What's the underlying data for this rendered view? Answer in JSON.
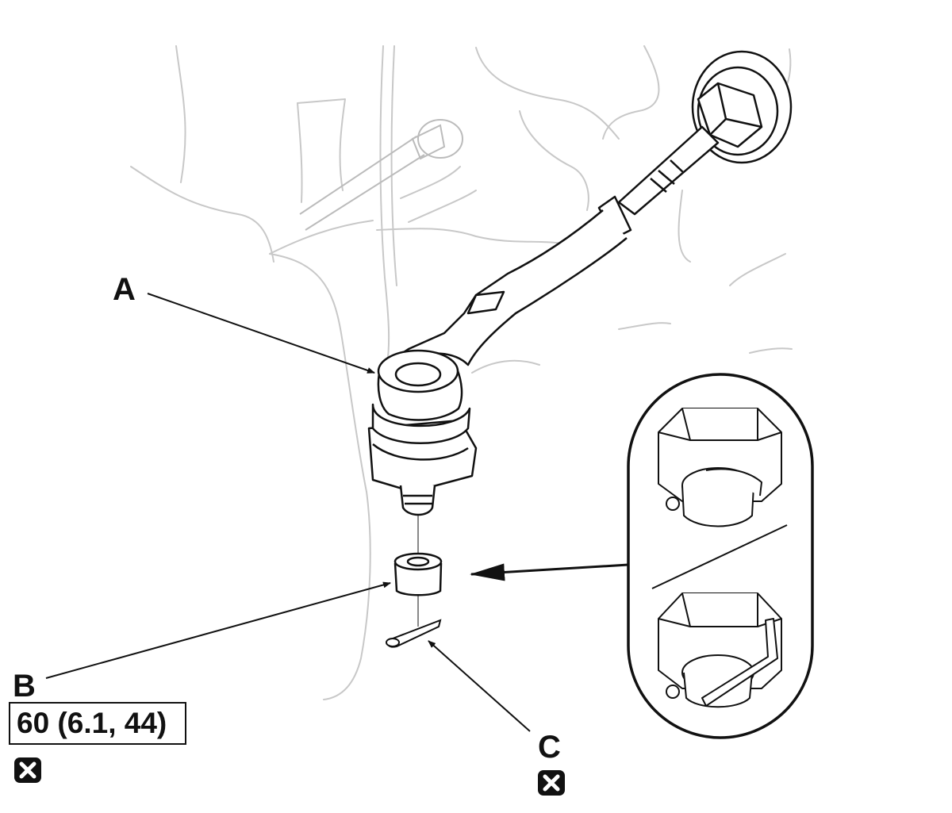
{
  "labels": {
    "a": "A",
    "b": "B",
    "c": "C"
  },
  "torque_spec": "60 (6.1, 44)",
  "icons": {
    "replace_part_b": "replace-part-icon",
    "replace_part_c": "replace-part-icon"
  },
  "colors": {
    "line": "#111111",
    "background_line": "#c8c8c8"
  }
}
